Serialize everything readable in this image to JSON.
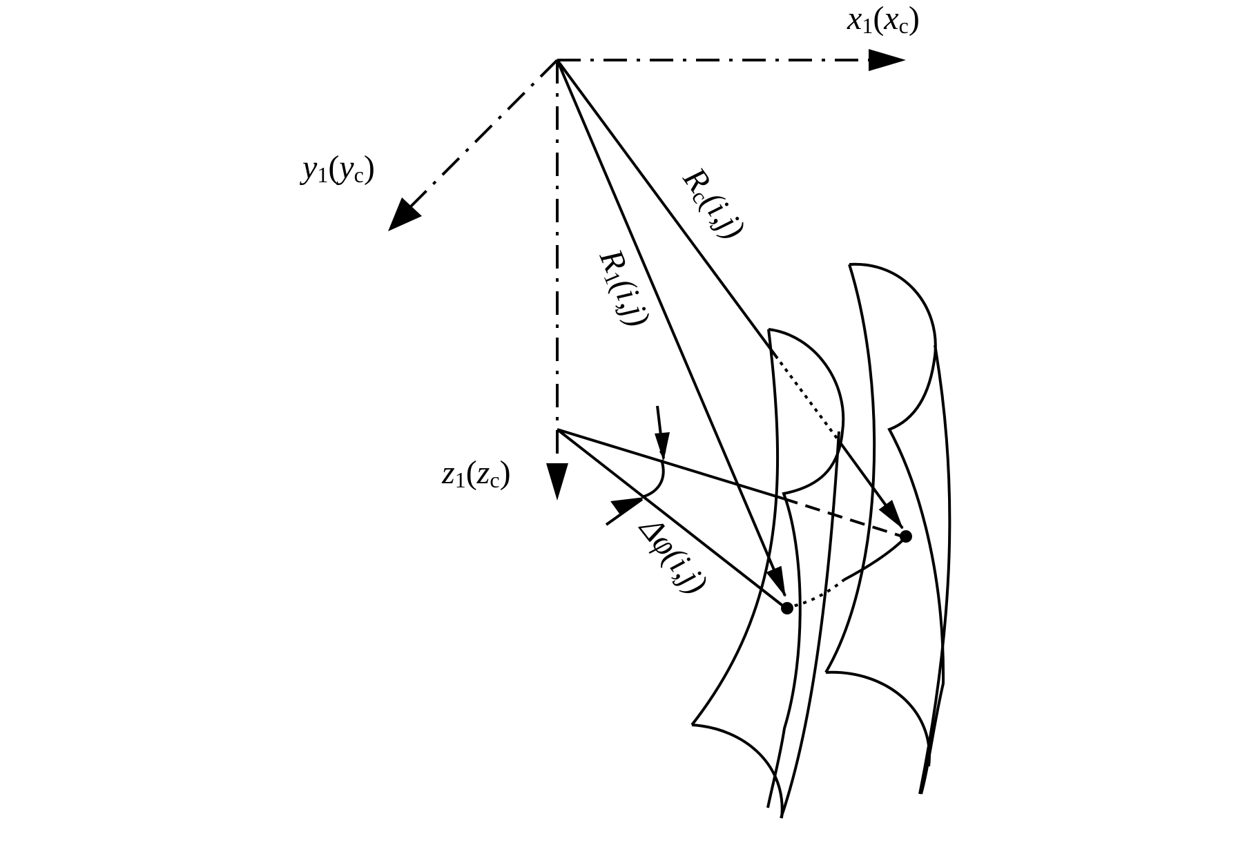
{
  "diagram": {
    "axes": {
      "x": {
        "var": "x",
        "sub": "1",
        "paren_var": "x",
        "paren_sub": "c"
      },
      "y": {
        "var": "y",
        "sub": "1",
        "paren_var": "y",
        "paren_sub": "c"
      },
      "z": {
        "var": "z",
        "sub": "1",
        "paren_var": "z",
        "paren_sub": "c"
      }
    },
    "labels": {
      "rc": {
        "var": "R",
        "sub": "c",
        "args": "(i,j)"
      },
      "r1": {
        "var": "R",
        "sub": "1",
        "args": "(i,j)"
      },
      "dphi": {
        "symbol": "Δφ",
        "args": "(i,j)"
      }
    },
    "colors": {
      "line": "#000000",
      "background": "#ffffff"
    }
  }
}
